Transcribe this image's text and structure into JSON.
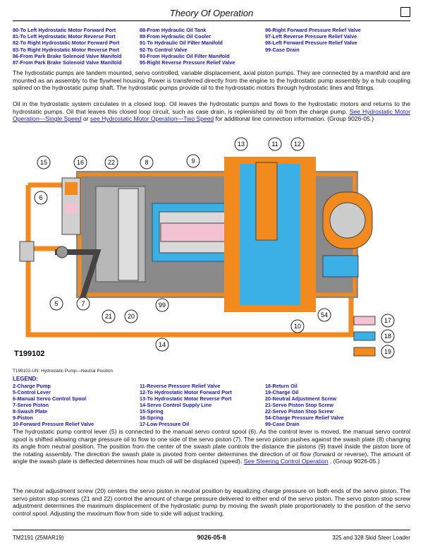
{
  "header": {
    "title": "Theory Of Operation"
  },
  "callouts": {
    "col1": [
      "80-To Left Hydrostatic Motor Forward Port",
      "81-To Left Hydrostatic Motor Reverse Port",
      "82-To Right Hydrostatic Motor Forward Port",
      "83-To Right Hydrostatic Motor Reverse Port",
      "86-From Park Brake Solenoid Valve Manifold",
      "87-From Park Brake Solenoid Valve Manifold"
    ],
    "col2": [
      "88-From Hydraulic Oil Tank",
      "89-From Hydraulic Oil Cooler",
      "91-To Hydraulic Oil Filter Manifold",
      "92-To Control Valve",
      "93-From Hydraulic Oil Filter Manifold",
      "95-Right Reverse Pressure Relief Valve"
    ],
    "col3": [
      "96-Right Forward Pressure Relief Valve",
      "97-Left Reverse Pressure Relief Valve",
      "98-Left Forward Pressure Relief Valve",
      "99-Case Drain"
    ]
  },
  "para1": "The hydrostatic pumps are tandem mounted, servo controlled, variable displacement, axial piston pumps. They are connected by a manifold and are mounted as an assembly to the flywheel housing. Power is transferred directly from the engine to the hydrostatic pump assembly by a hub coupling splined on the hydrostatic pump shaft. The hydrostatic pumps provide oil to the hydrostatic motors through hydrostatic lines and fittings.",
  "para2": {
    "text_a": "Oil in the hydrostatic system circulates in a closed loop. Oil leaves the hydrostatic pumps and flows to the hydrostatic motors and returns to the hydrostatic pumps. Oil that leaves this closed loop circuit, such as case drain, is replenished by oil from the charge pump.",
    "link_a": "See Hydrostatic Motor Operation—Single Speed",
    "text_b": "or",
    "link_b": "see Hydrostatic Motor Operation—Two Speed",
    "text_c": "for additional line connection information. (Group 9026-05.)"
  },
  "diagram": {
    "labels": [
      "15",
      "16",
      "22",
      "8",
      "9",
      "13",
      "11",
      "12",
      "6",
      "5",
      "7",
      "21",
      "20",
      "99",
      "10",
      "54",
      "14",
      "17",
      "18",
      "19"
    ],
    "figure_id": "T199102",
    "colors": {
      "charge": "#3ab0e6",
      "high": "#f28a1e",
      "return": "#f2c2d2",
      "body": "#8a8a8a"
    }
  },
  "caption": "T199102-UN: Hydrostatic Pump—Neutral Position",
  "legend": {
    "title": "LEGEND:",
    "col1": [
      "2-Charge Pump",
      "5-Control Lever",
      "6-Manual Servo Control Spool",
      "7-Servo Piston",
      "8-Swash Plate",
      "9-Piston",
      "10-Forward Pressure Relief Valve"
    ],
    "col2": [
      "11-Reverse Pressure Relief Valve",
      "12-To Hydrostatic Motor Forward Port",
      "13-To Hydrostatic Motor Reverse Port",
      "14-Servo Control Supply Line",
      "15-Spring",
      "16-Spring",
      "17-Low Pressure Oil"
    ],
    "col3": [
      "18-Return Oil",
      "19-Charge Oil",
      "20-Neutral Adjustment Screw",
      "21-Servo Piston Stop Screw",
      "22-Servo Piston Stop Screw",
      "54-Charge Pressure Relief Valve",
      "99-Case Drain"
    ]
  },
  "para3": {
    "text_a": "The hydrostatic pump control lever (5) is connected to the manual servo control spool (6). As the control lever is moved, the manual servo control spool is shifted allowing charge pressure oil to flow to one side of the servo piston (7). The servo piston pushes against the swash plate (8) changing its angle from neutral position. The position from the center of the swash plate controls the distance the pistons (9) travel inside the piston bore of the rotating assembly. The direction the swash plate is pivoted from center determines the direction of oil flow (forward or reverse). The amount of angle the swash plate is deflected determines how much oil will be displaced (speed).",
    "link": "See Steering Control Operation",
    "text_b": ". (Group 9026-05.)"
  },
  "para4": "The neutral adjustment screw (20) centers the servo piston in neutral position by equalizing charge pressure on both ends of the servo piston. The servo piston stop screws (21 and 22) control the amount of charge pressure delivered to either end of the servo piston. The servo piston stop screw adjustment determines the maximum displacement of the hydrostatic pump by moving the swash plate proportionately to the position of the servo control spool. Adjusting the maximum flow from side to side will adjust tracking.",
  "footer": {
    "left": "TM2191 (25MAR19)",
    "center": "9026-05-8",
    "right": "325 and 328 Skid Steer Loader"
  }
}
